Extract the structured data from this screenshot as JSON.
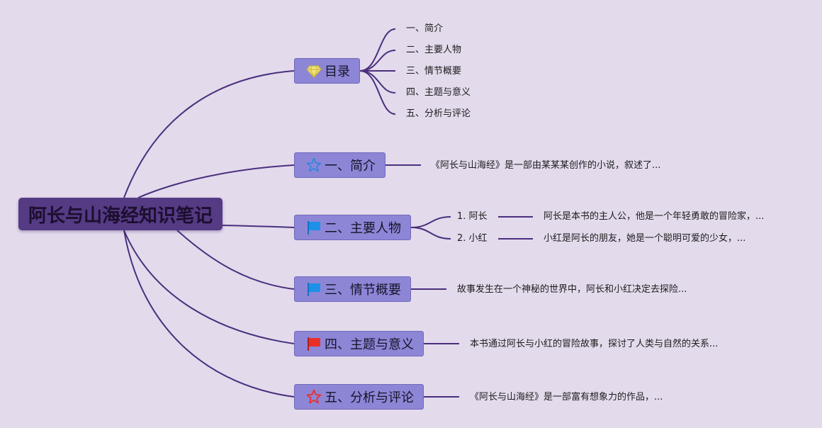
{
  "root": {
    "title": "阿长与山海经知识笔记"
  },
  "branches": [
    {
      "label": "目录",
      "icon": "diamond-icon"
    },
    {
      "label": "一、简介",
      "icon": "star-outline-icon"
    },
    {
      "label": "二、主要人物",
      "icon": "blue-flag-icon"
    },
    {
      "label": "三、情节概要",
      "icon": "blue-flag-icon"
    },
    {
      "label": "四、主题与意义",
      "icon": "red-flag-icon"
    },
    {
      "label": "五、分析与评论",
      "icon": "red-star-icon"
    }
  ],
  "toc": [
    "一、简介",
    "二、主要人物",
    "三、情节概要",
    "四、主题与意义",
    "五、分析与评论"
  ],
  "intro": {
    "text": "《阿长与山海经》是一部由某某某创作的小说，叙述了..."
  },
  "characters": [
    {
      "name": "1. 阿长",
      "desc": "阿长是本书的主人公，他是一个年轻勇敢的冒险家，..."
    },
    {
      "name": "2. 小红",
      "desc": "小红是阿长的朋友，她是一个聪明可爱的少女，..."
    }
  ],
  "plot": {
    "text": "故事发生在一个神秘的世界中，阿长和小红决定去探险..."
  },
  "theme": {
    "text": "本书通过阿长与小红的冒险故事，探讨了人类与自然的关系..."
  },
  "review": {
    "text": "《阿长与山海经》是一部富有想象力的作品，..."
  },
  "colors": {
    "background": "#e3daec",
    "root": "#553a84",
    "branch": "#8d86d6",
    "line": "#4a2f7c",
    "flag_blue": "#1e90e8",
    "flag_red": "#e8302a",
    "diamond": "#e8d84a"
  }
}
